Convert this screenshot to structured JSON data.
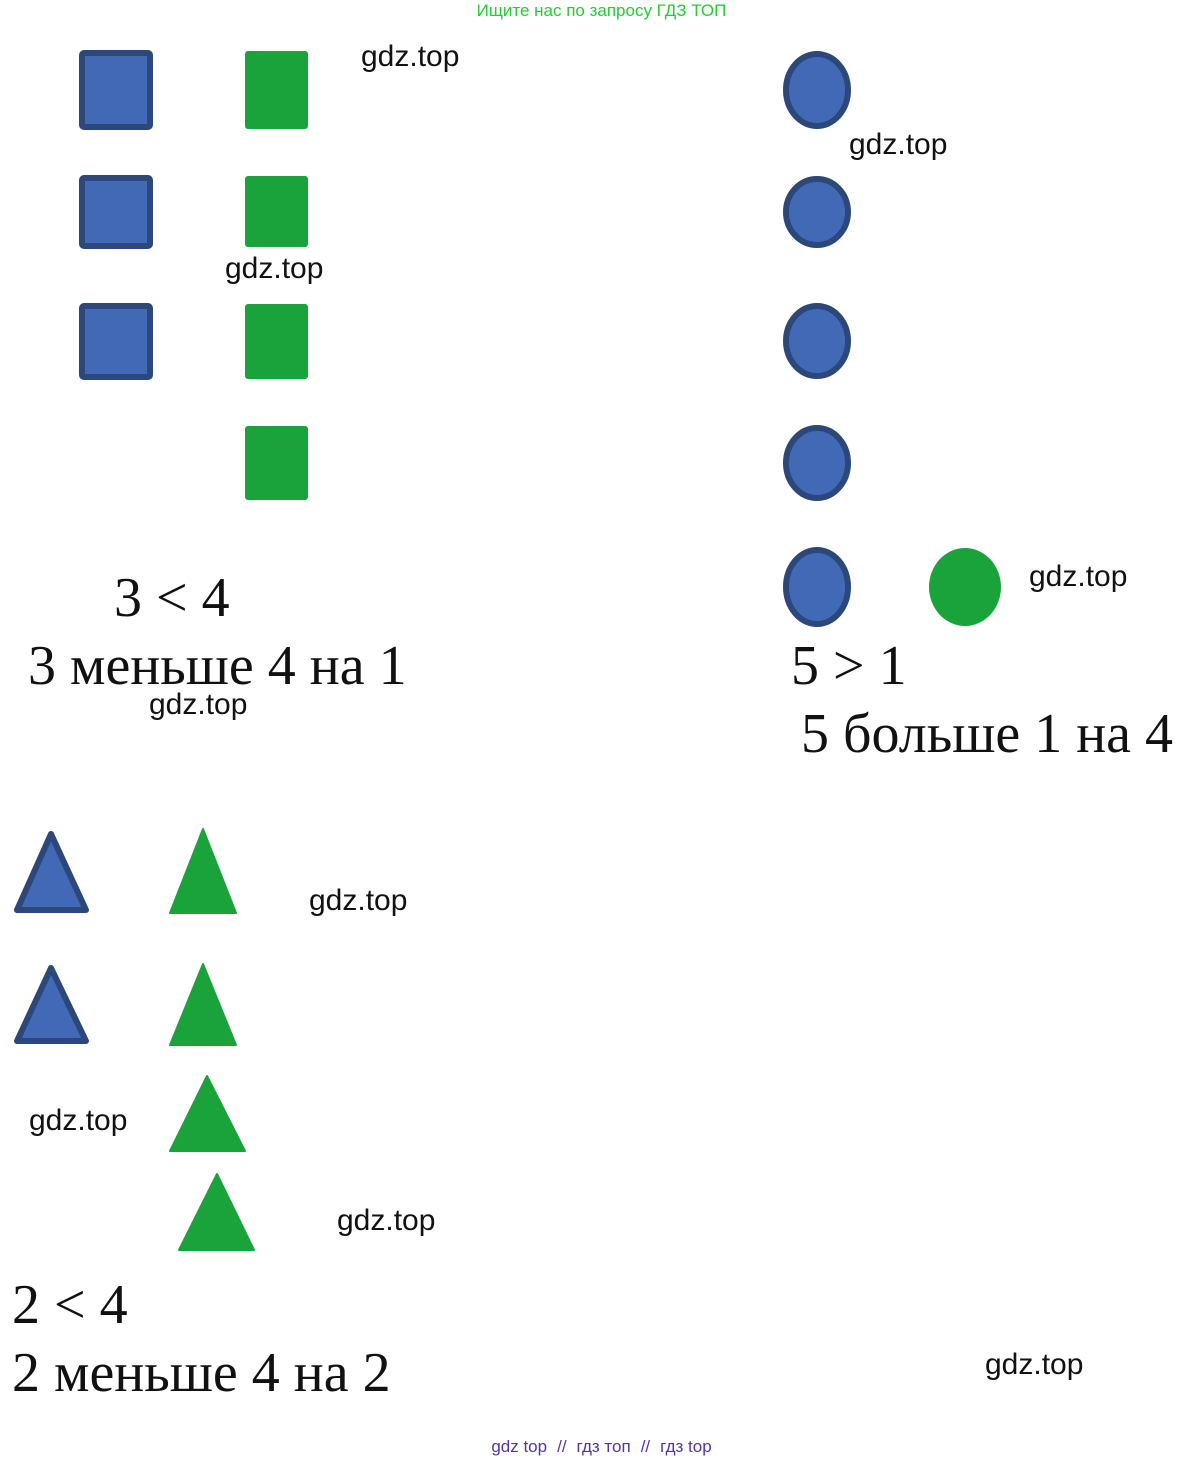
{
  "banner": "Ищите нас по запросу ГДЗ ТОП",
  "watermark": "gdz.top",
  "colors": {
    "blue_fill": "#4169b5",
    "blue_stroke": "#2c4779",
    "green": "#1aa33a"
  },
  "task_squares": {
    "blue_squares": 3,
    "green_squares": 4,
    "comparison": "3 < 4",
    "sentence": "3 меньше 4 на 1"
  },
  "task_circles": {
    "blue_circles": 5,
    "green_circles": 1,
    "comparison": "5 > 1",
    "sentence": "5 больше 1 на 4"
  },
  "task_triangles": {
    "blue_triangles": 2,
    "green_triangles": 4,
    "comparison": "2 < 4",
    "sentence": "2 меньше 4 на 2"
  },
  "footer": {
    "left": "gdz top",
    "middle": "гдз топ",
    "right": "гдз top",
    "separator": "//"
  }
}
